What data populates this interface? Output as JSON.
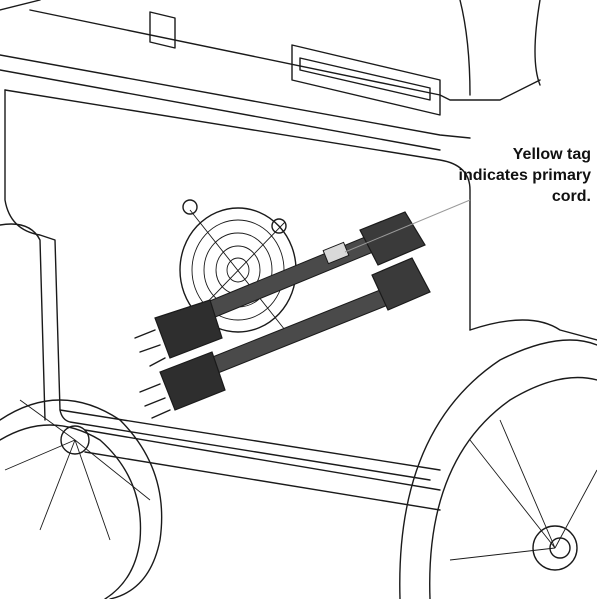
{
  "callout": {
    "lines": [
      "Yellow tag",
      "indicates primary",
      "cord."
    ]
  },
  "colors": {
    "line": "#1a1a1a",
    "cord_shade": "#4a4a4a",
    "tag": "#d9d9d9"
  }
}
